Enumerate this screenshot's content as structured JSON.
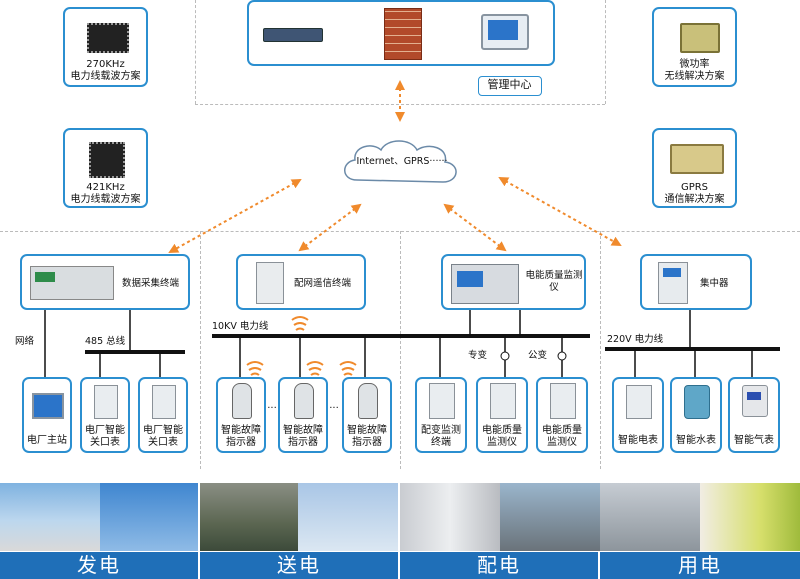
{
  "colors": {
    "box_border": "#2b8fd0",
    "arrow": "#f08a2c",
    "bus": "#111111",
    "band": "#1f6fb8"
  },
  "management": {
    "label": "管理中心"
  },
  "cloud": {
    "label": "Internet、GPRS······"
  },
  "corners": {
    "plc270": {
      "line1": "270KHz",
      "line2": "电力线载波方案"
    },
    "plc421": {
      "line1": "421KHz",
      "line2": "电力线载波方案"
    },
    "micro": {
      "line1": "微功率",
      "line2": "无线解决方案"
    },
    "gprs": {
      "line1": "GPRS",
      "line2": "通信解决方案"
    }
  },
  "terminals": {
    "collector": "数据采集终端",
    "remote": "配网遥信终端",
    "quality": "电能质量监测仪",
    "concentrator": "集中器"
  },
  "bus": {
    "b485": "485 总线",
    "network": "网络",
    "b10kv": "10KV 电力线",
    "b220": "220V 电力线",
    "zhuanbian": "专变",
    "gongbian": "公变"
  },
  "leaves": {
    "plant_station": "电厂主站",
    "plant_meter1": "电厂智能关口表",
    "plant_meter2": "电厂智能关口表",
    "fault1": "智能故障指示器",
    "fault2": "智能故障指示器",
    "fault3": "智能故障指示器",
    "transformer": "配变监测终端",
    "quality1": "电能质量监测仪",
    "quality2": "电能质量监测仪",
    "e_meter": "智能电表",
    "w_meter": "智能水表",
    "g_meter": "智能气表"
  },
  "dots": {
    "d1": "···",
    "d2": "···"
  },
  "bands": {
    "gen": "发电",
    "trans": "送电",
    "dist": "配电",
    "use": "用电"
  }
}
